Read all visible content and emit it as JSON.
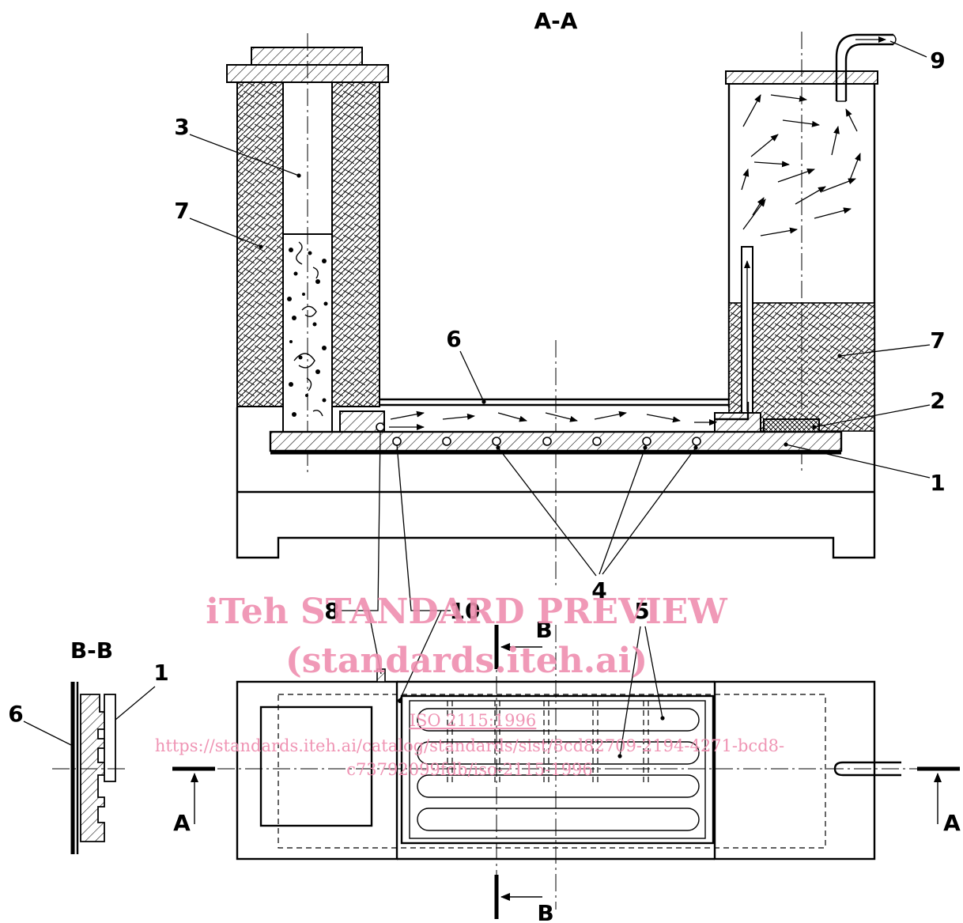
{
  "section_aa": {
    "title": "A-A"
  },
  "section_bb": {
    "title": "B-B"
  },
  "section_marks": {
    "a": "A",
    "b": "B"
  },
  "callouts": {
    "c1": "1",
    "c2": "2",
    "c3": "3",
    "c4": "4",
    "c5": "5",
    "c6": "6",
    "c7": "7",
    "c8": "8",
    "c9": "9",
    "c10": "10"
  },
  "watermark": {
    "line1": "iTeh STANDARD PREVIEW",
    "line2": "(standards.iteh.ai)",
    "line3": "ISO 2115:1996",
    "line4": "https://standards.iteh.ai/catalog/standards/sist/8cd82709-2194-4271-bcd8-",
    "line5": "c73792099fdb/iso-2115-1996"
  },
  "colors": {
    "line": "#000000",
    "watermark": "#ef8fb0",
    "background": "#ffffff"
  }
}
